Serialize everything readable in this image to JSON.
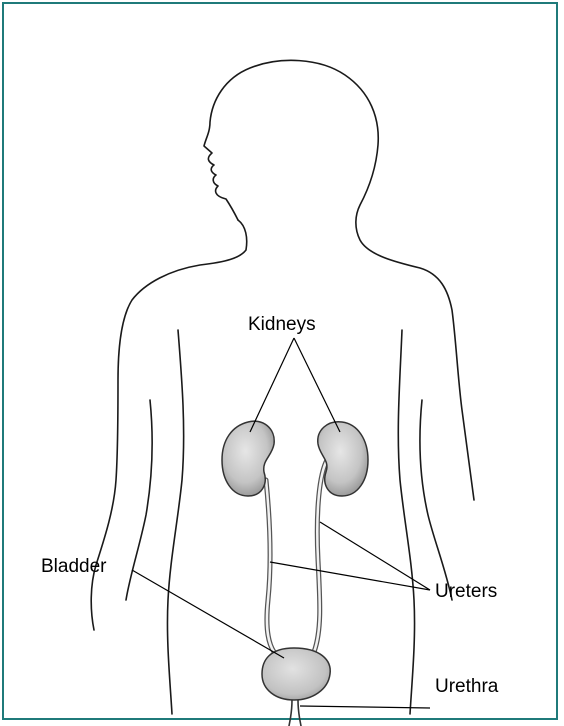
{
  "labels": {
    "kidneys": "Kidneys",
    "bladder": "Bladder",
    "ureters": "Ureters",
    "urethra": "Urethra"
  },
  "colors": {
    "border": "#1f7a7a",
    "line": "#000000",
    "organ_fill": "#d4d4d4",
    "organ_shade": "#b0b0b0"
  }
}
